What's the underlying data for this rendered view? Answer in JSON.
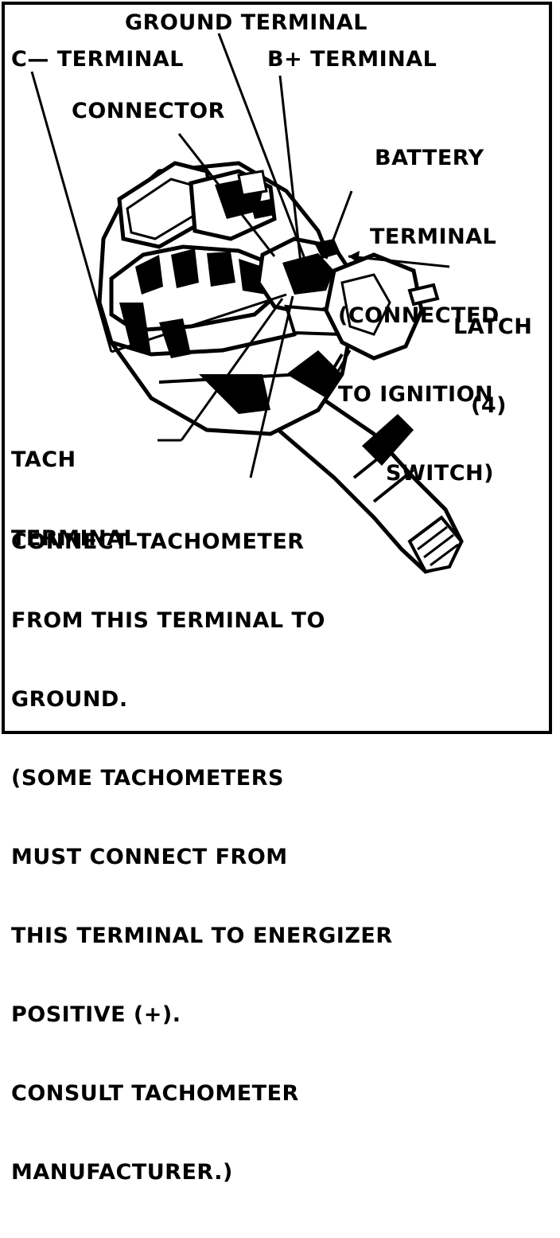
{
  "labels": {
    "ground_terminal": "GROUND TERMINAL",
    "c_minus_terminal": "C— TERMINAL",
    "b_plus_terminal": "B+ TERMINAL",
    "connector": "CONNECTOR",
    "battery_terminal": [
      "BATTERY",
      "TERMINAL",
      "(CONNECTED",
      "TO IGNITION",
      "SWITCH)"
    ],
    "latch": [
      "LATCH",
      "(4)"
    ],
    "tach_terminal": [
      "TACH",
      "TERMINAL"
    ]
  },
  "note": [
    "CONNECT TACHOMETER",
    "FROM THIS TERMINAL TO",
    "GROUND.",
    "(SOME TACHOMETERS",
    "MUST CONNECT FROM",
    "THIS TERMINAL TO ENERGIZER",
    "POSITIVE (+).",
    "CONSULT TACHOMETER",
    "MANUFACTURER.)"
  ]
}
